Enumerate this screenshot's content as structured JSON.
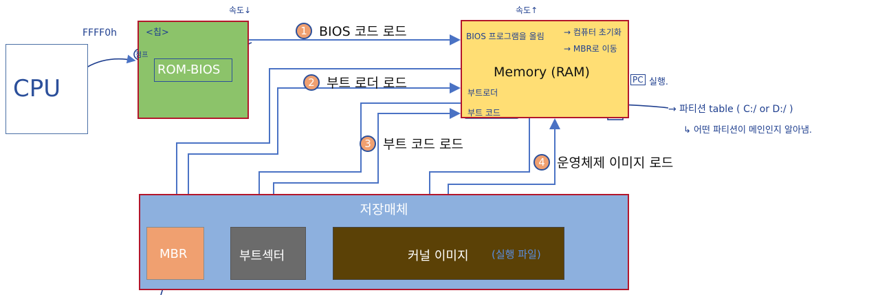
{
  "cpu": {
    "label": "CPU"
  },
  "chip": {
    "rom_label": "ROM-BIOS"
  },
  "memory": {
    "label": "Memory (RAM)"
  },
  "storage": {
    "title": "저장매체",
    "mbr": "MBR",
    "boot_sector": "부트섹터",
    "kernel": "커널 이미지",
    "kernel_note": "(실행 파일)"
  },
  "steps": [
    {
      "num": "1",
      "label": "BIOS 코드 로드"
    },
    {
      "num": "2",
      "label": "부트 로더 로드"
    },
    {
      "num": "3",
      "label": "부트 코드 로드"
    },
    {
      "num": "4",
      "label": "운영체제 이미지 로드"
    }
  ],
  "annotations": {
    "address": "FFFF0h",
    "chip": "<칩>",
    "jump": "점프",
    "speed_down": "속도↓",
    "speed_up": "속도↑",
    "mem_bios": "BIOS 프로그램을 올림",
    "init": "→ 컴퓨터 초기화",
    "mbr_move": "→ MBR로 이동",
    "bootloader": "부트로더",
    "bootcode": "부트 코드",
    "pc": "PC",
    "exec": "실행.",
    "partition": "→ 파티션 table ( C:/ or D:/ )",
    "partition_note": "↳ 어떤 파티션이 메인인지 알아냄."
  },
  "colors": {
    "chip_fill": "#8cc36a",
    "memory_fill": "#ffde74",
    "storage_fill": "#8db0de",
    "mbr_fill": "#f0a070",
    "boot_sector_fill": "#6b6b6b",
    "kernel_fill": "#5b4106",
    "border_red": "#b3162b",
    "arrow_blue": "#4a72c4",
    "ink_blue": "#1f3f8f"
  }
}
